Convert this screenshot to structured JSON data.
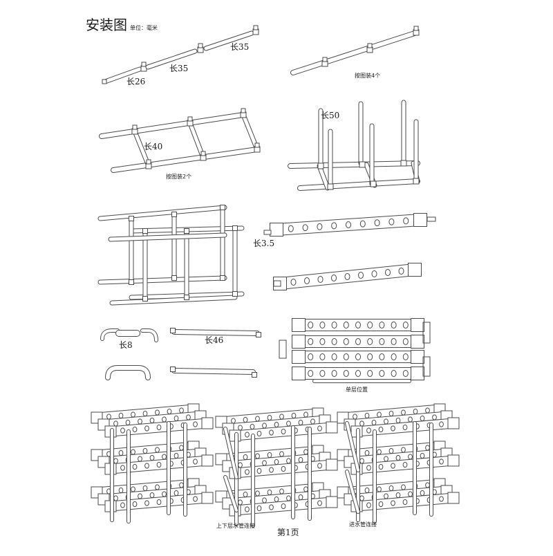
{
  "header": {
    "title": "安装图",
    "unit": "单位：毫米"
  },
  "dimensions": {
    "d26": "长26",
    "d35a": "长35",
    "d35b": "长35",
    "d40": "长40",
    "d50": "长50",
    "d35mm": "长3.5",
    "d8": "长8",
    "d46": "长46"
  },
  "captions": {
    "install4": "按图装4个",
    "install2": "按图装2个",
    "single_layer": "单层位置",
    "layer_connect": "上下层水管连接",
    "inlet_connect": "进水管连接"
  },
  "footer": {
    "page": "第1页"
  },
  "colors": {
    "line": "#4a4a4a",
    "pipe": "#ffffff",
    "shade": "#d9d9d9",
    "hole": "#ffffff"
  }
}
